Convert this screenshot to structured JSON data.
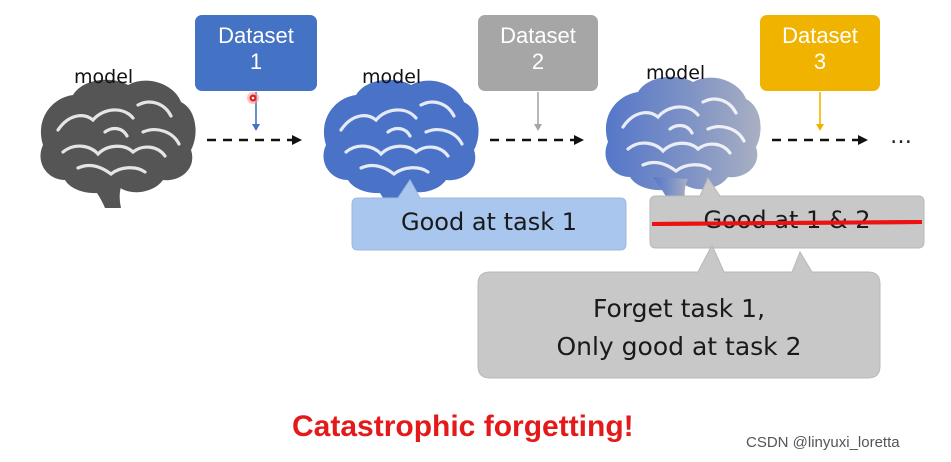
{
  "models": [
    {
      "label": "model",
      "color": "#555555"
    },
    {
      "label": "model",
      "color": "#4a73c8"
    },
    {
      "label": "model",
      "color": "#5b7fcf"
    }
  ],
  "datasets": [
    {
      "line1": "Dataset",
      "line2": "1",
      "color": "#4472c4"
    },
    {
      "line1": "Dataset",
      "line2": "2",
      "color": "#a6a6a6"
    },
    {
      "line1": "Dataset",
      "line2": "3",
      "color": "#f0b400"
    }
  ],
  "ellipsis": "…",
  "callouts": {
    "good_task1": "Good at task 1",
    "good_1_2": "Good at 1 & 2",
    "forget_line1": "Forget task 1,",
    "forget_line2": "Only good at task 2"
  },
  "title": "Catastrophic forgetting!",
  "watermark": "CSDN @linyuxi_loretta"
}
